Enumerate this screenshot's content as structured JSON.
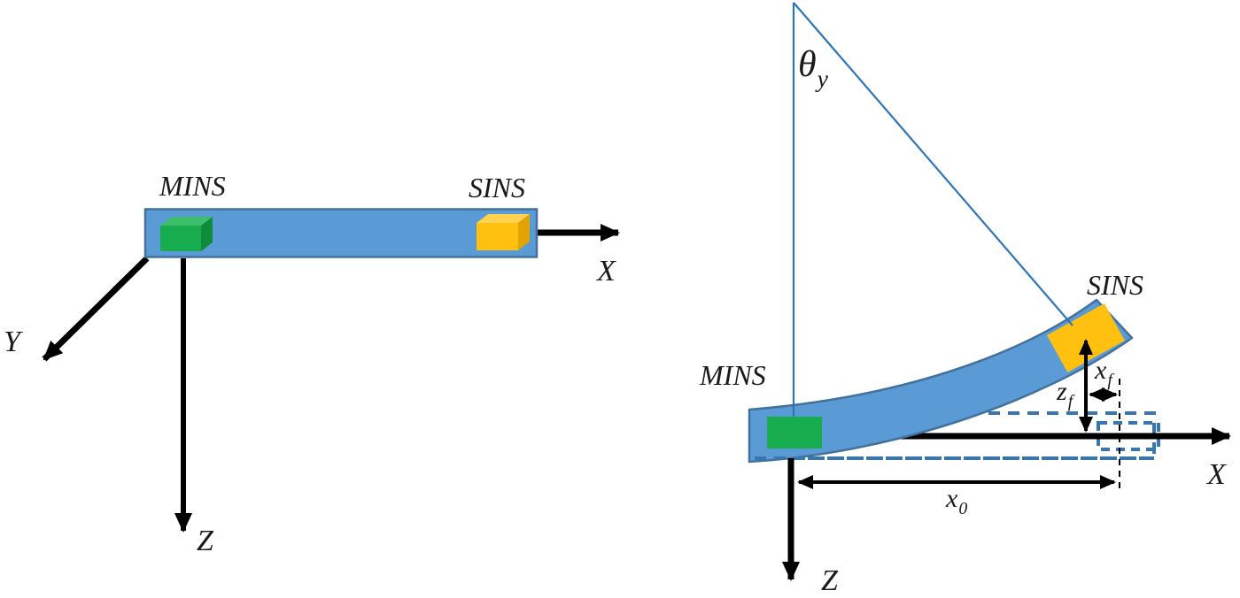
{
  "figure": {
    "left_panel": {
      "mins_label": "MINS",
      "sins_label": "SINS",
      "x_axis_label": "X",
      "y_axis_label": "Y",
      "z_axis_label": "Z"
    },
    "right_panel": {
      "mins_label": "MINS",
      "sins_label": "SINS",
      "x_axis_label": "X",
      "z_axis_label": "Z",
      "theta_label": {
        "base": "θ",
        "sub": "y"
      },
      "xf_label": {
        "base": "x",
        "sub": "f"
      },
      "zf_label": {
        "base": "z",
        "sub": "f"
      },
      "x0_label": {
        "base": "x",
        "sub": "0"
      }
    },
    "colors": {
      "bar_fill": "#5B9BD5",
      "bar_border": "#41719C",
      "green_front": "#17AC4E",
      "green_top": "#3DBE6B",
      "green_side": "#0E8C3C",
      "yellow_front": "#FFC010",
      "yellow_top": "#FFD24F",
      "yellow_side": "#E0A300",
      "thin_blue": "#2E75B6",
      "dashed_blue": "#3A76AE",
      "axis_black": "#000000"
    }
  }
}
